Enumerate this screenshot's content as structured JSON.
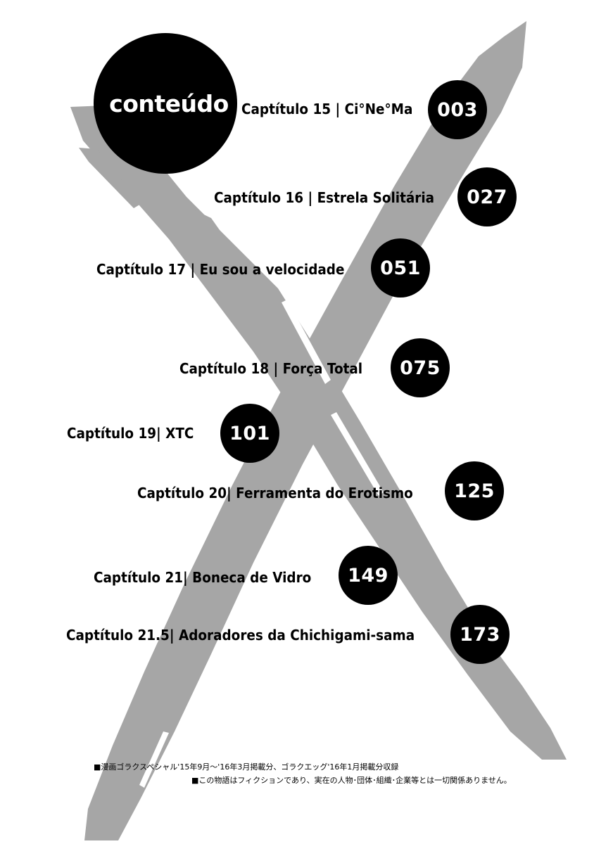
{
  "toc": {
    "heading": "conteúdo",
    "chapters": [
      {
        "label": "Captítulo 15 | Ci°Ne°Ma",
        "page": "003"
      },
      {
        "label": "Captítulo 16 | Estrela Solitária",
        "page": "027"
      },
      {
        "label": "Captítulo 17 | Eu sou a velocidade",
        "page": "051"
      },
      {
        "label": "Captítulo 18 | Força Total",
        "page": "075"
      },
      {
        "label": "Captítulo 19| XTC",
        "page": "101"
      },
      {
        "label": "Captítulo 20| Ferramenta do Erotismo",
        "page": "125"
      },
      {
        "label": "Captítulo 21| Boneca de Vidro",
        "page": "149"
      },
      {
        "label": "Captítulo 21.5| Adoradores da Chichigami-sama",
        "page": "173"
      }
    ]
  },
  "notes": {
    "line1": "■漫画ゴラクスペシャル'15年9月～'16年3月掲載分、ゴラクエッグ'16年1月掲載分収録",
    "line2": "■この物語はフィクションであり、実在の人物･団体･組織･企業等とは一切関係ありません。"
  },
  "colors": {
    "background": "#ffffff",
    "brush": "#a6a6a6",
    "circle": "#000000",
    "circle_text": "#ffffff",
    "text": "#000000"
  }
}
